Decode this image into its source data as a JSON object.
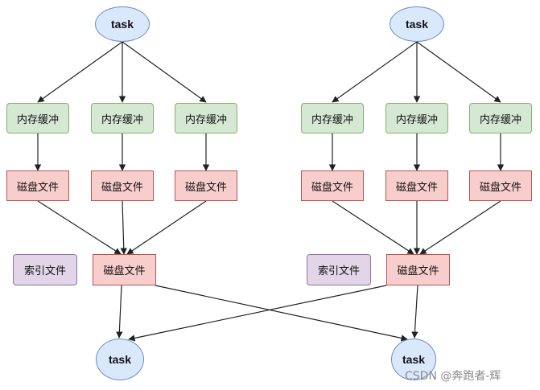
{
  "diagram": {
    "left": {
      "task_top": "task",
      "memory_buffers": [
        "内存缓冲",
        "内存缓冲",
        "内存缓冲"
      ],
      "disk_files": [
        "磁盘文件",
        "磁盘文件",
        "磁盘文件"
      ],
      "index_file": "索引文件",
      "merged_disk_file": "磁盘文件",
      "task_bottom": "task"
    },
    "right": {
      "task_top": "task",
      "memory_buffers": [
        "内存缓冲",
        "内存缓冲",
        "内存缓冲"
      ],
      "disk_files": [
        "磁盘文件",
        "磁盘文件",
        "磁盘文件"
      ],
      "index_file": "索引文件",
      "merged_disk_file": "磁盘文件",
      "task_bottom": "task"
    }
  },
  "watermark": "CSDN @奔跑者-辉",
  "colors": {
    "task_fill": "#dae8fc",
    "task_stroke": "#6c8ebf",
    "memory_fill": "#d5e8d4",
    "memory_stroke": "#82b366",
    "disk_fill": "#f8cecc",
    "disk_stroke": "#b85450",
    "index_fill": "#e1d5e7",
    "index_stroke": "#9673a6",
    "edge": "#222222"
  }
}
